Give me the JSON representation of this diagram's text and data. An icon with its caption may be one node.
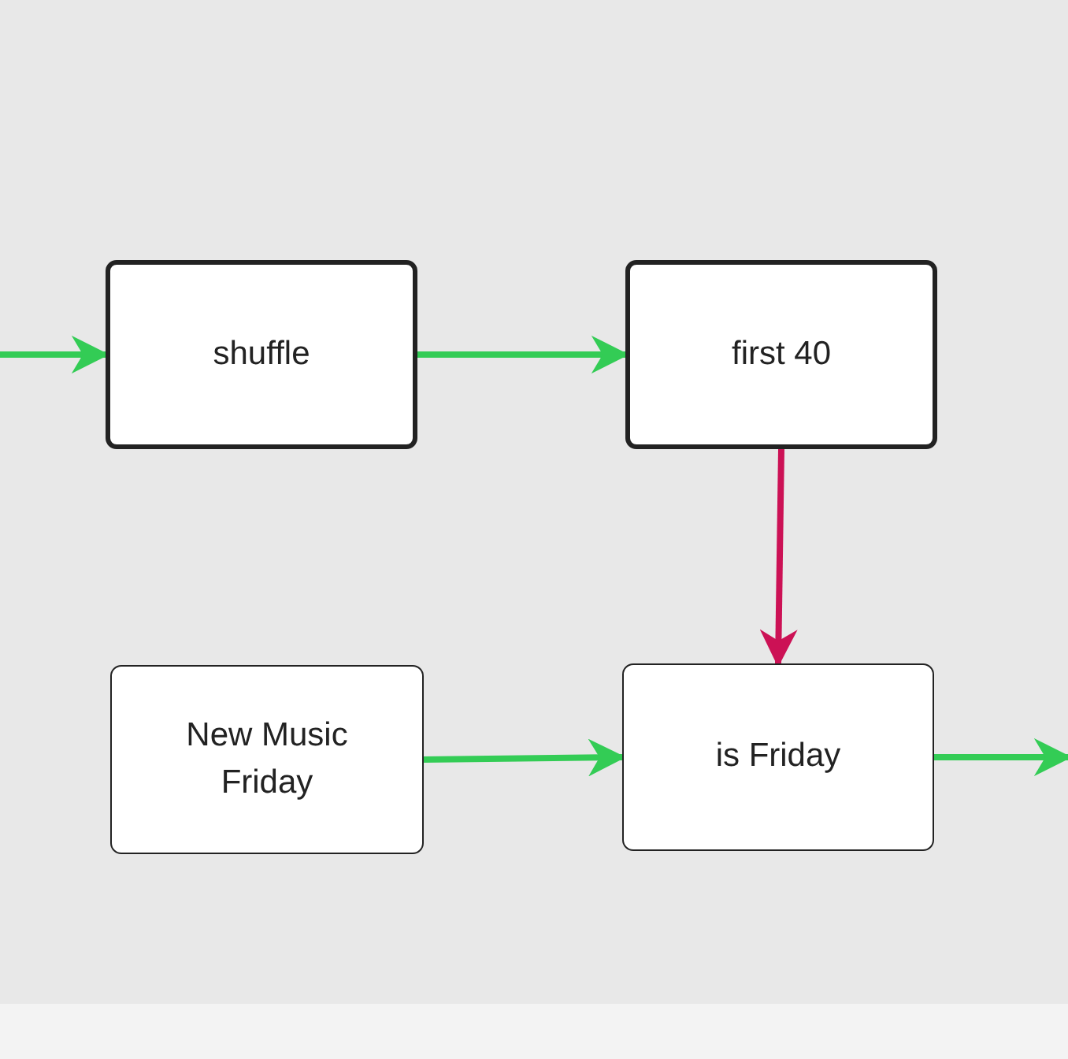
{
  "diagram": {
    "nodes": [
      {
        "text": [
          "shuffle"
        ]
      },
      {
        "text": [
          "first 40"
        ]
      },
      {
        "text": [
          "New Music Friday"
        ]
      },
      {
        "text": [
          "is Friday"
        ]
      }
    ],
    "edges": [
      {
        "from": null,
        "to": 0,
        "arrow": "to"
      },
      {
        "from": 0,
        "to": 1,
        "arrow": "to"
      },
      {
        "from": 1,
        "to": 3,
        "arrow": "to",
        "color": "#cc1155"
      },
      {
        "from": 2,
        "to": 3,
        "arrow": "to"
      },
      {
        "from": 3,
        "to": null,
        "arrow": "to"
      }
    ]
  }
}
